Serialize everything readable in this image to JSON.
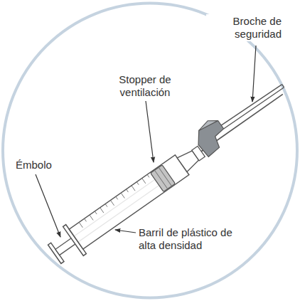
{
  "diagram": {
    "labels": [
      "Broche de seguridad",
      "Stopper de ventilación",
      "Émbolo",
      "Barril de plástico de alta densidad"
    ]
  }
}
